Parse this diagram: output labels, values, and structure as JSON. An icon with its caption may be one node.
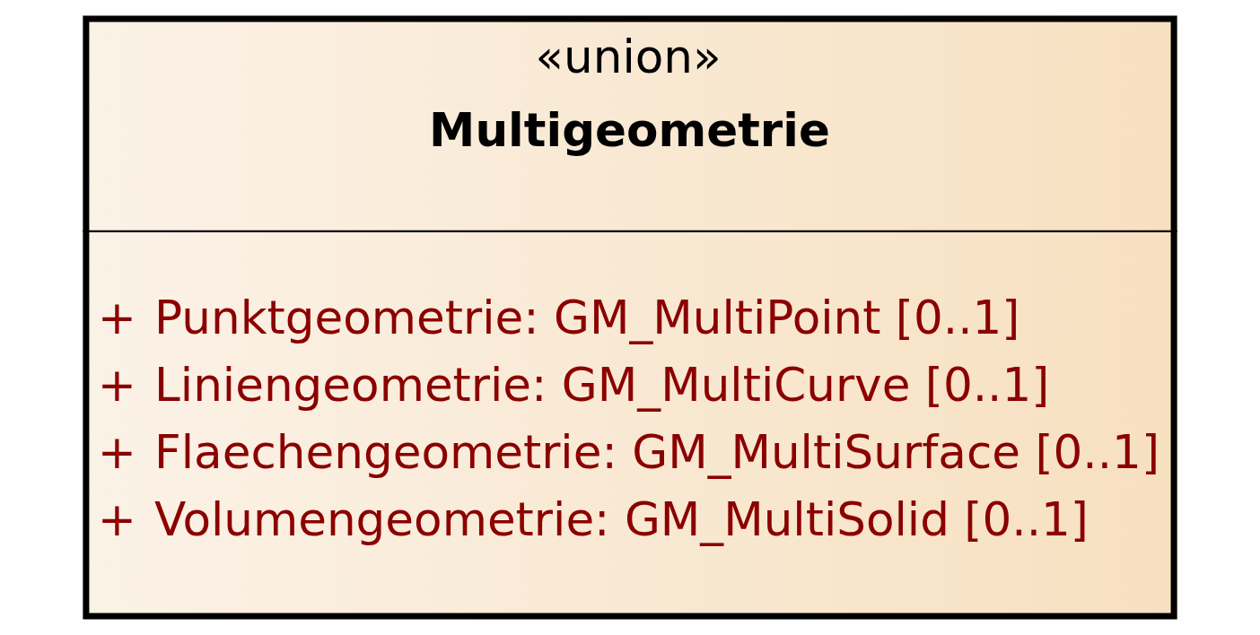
{
  "diagram": {
    "nodes": [
      {
        "text": [
          "«union»",
          "Multigeometrie",
          "+",
          "Punktgeometrie: GM_MultiPoint [0..1]",
          "+",
          "Liniengeometrie: GM_MultiCurve [0..1]",
          "+",
          "Flaechengeometrie: GM_MultiSurface [0..1]",
          "+",
          "Volumengeometrie: GM_MultiSolid [0..1]"
        ]
      }
    ],
    "edges": []
  }
}
